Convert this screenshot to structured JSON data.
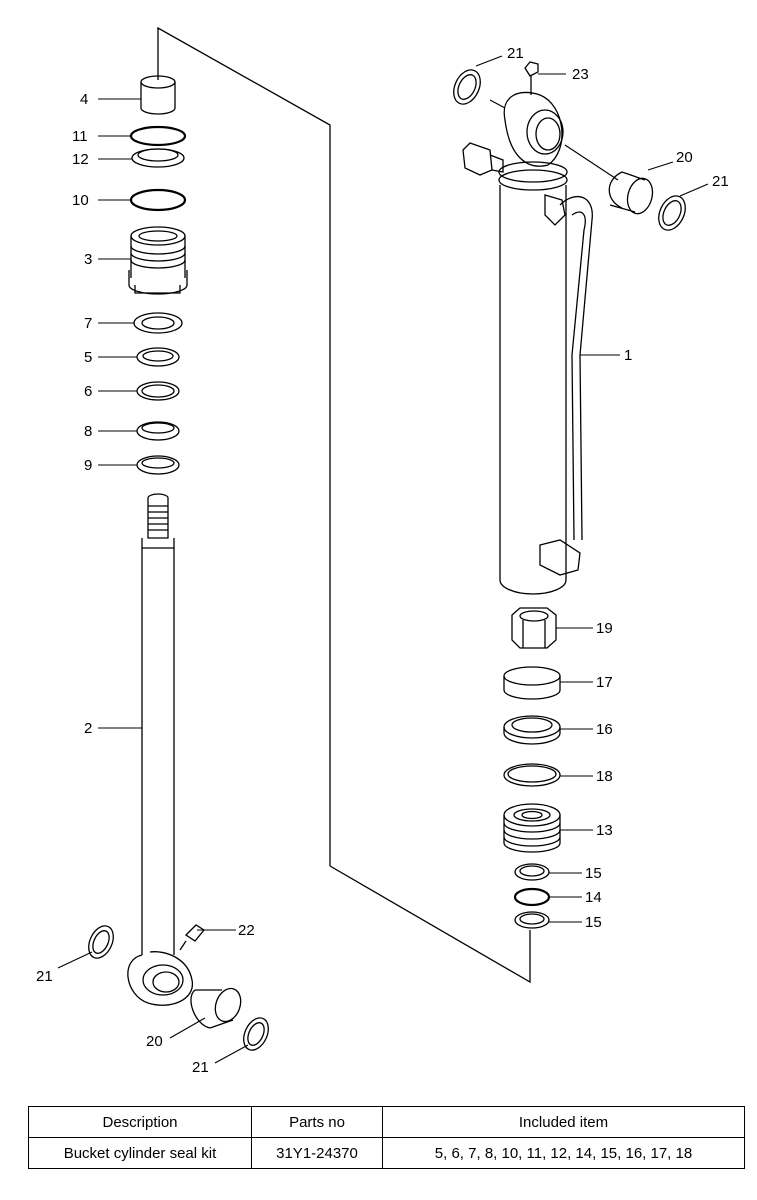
{
  "labels": {
    "l1": "1",
    "l2": "2",
    "l3": "3",
    "l4": "4",
    "l5": "5",
    "l6": "6",
    "l7": "7",
    "l8": "8",
    "l9": "9",
    "l10": "10",
    "l11": "11",
    "l12": "12",
    "l13": "13",
    "l14": "14",
    "l15a": "15",
    "l15b": "15",
    "l16": "16",
    "l17": "17",
    "l18": "18",
    "l19": "19",
    "l20a": "20",
    "l20b": "20",
    "l21a": "21",
    "l21b": "21",
    "l21c": "21",
    "l21d": "21",
    "l22": "22",
    "l23": "23"
  },
  "table": {
    "headers": [
      "Description",
      "Parts no",
      "Included item"
    ],
    "rows": [
      [
        "Bucket cylinder seal kit",
        "31Y1-24370",
        "5, 6, 7, 8, 10, 11, 12, 14, 15, 16, 17, 18"
      ]
    ]
  }
}
